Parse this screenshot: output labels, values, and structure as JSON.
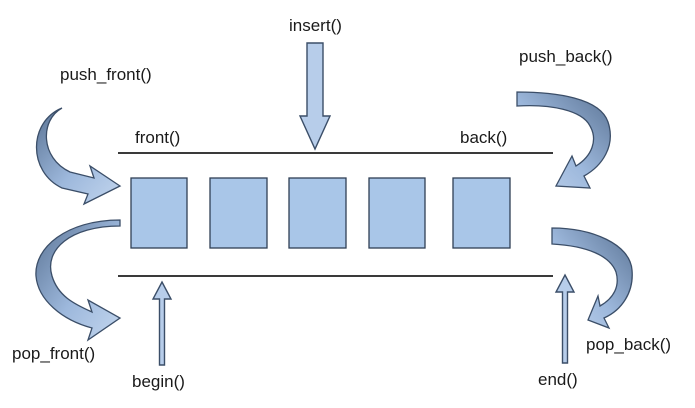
{
  "labels": {
    "insert": "insert()",
    "push_front": "push_front()",
    "push_back": "push_back()",
    "front": "front()",
    "back": "back()",
    "pop_front": "pop_front()",
    "pop_back": "pop_back()",
    "begin": "begin()",
    "end": "end()"
  },
  "cells": [
    {
      "name": "cell-1"
    },
    {
      "name": "cell-2"
    },
    {
      "name": "cell-3"
    },
    {
      "name": "cell-4"
    },
    {
      "name": "cell-5"
    }
  ],
  "colors": {
    "cell_fill": "#a9c6e8",
    "arrow_fill": "#b7cdea",
    "arrow_dark": "#5a7394",
    "outline": "#3b4e68",
    "rail": "#3a3a3a",
    "text": "#1a1a1a"
  }
}
